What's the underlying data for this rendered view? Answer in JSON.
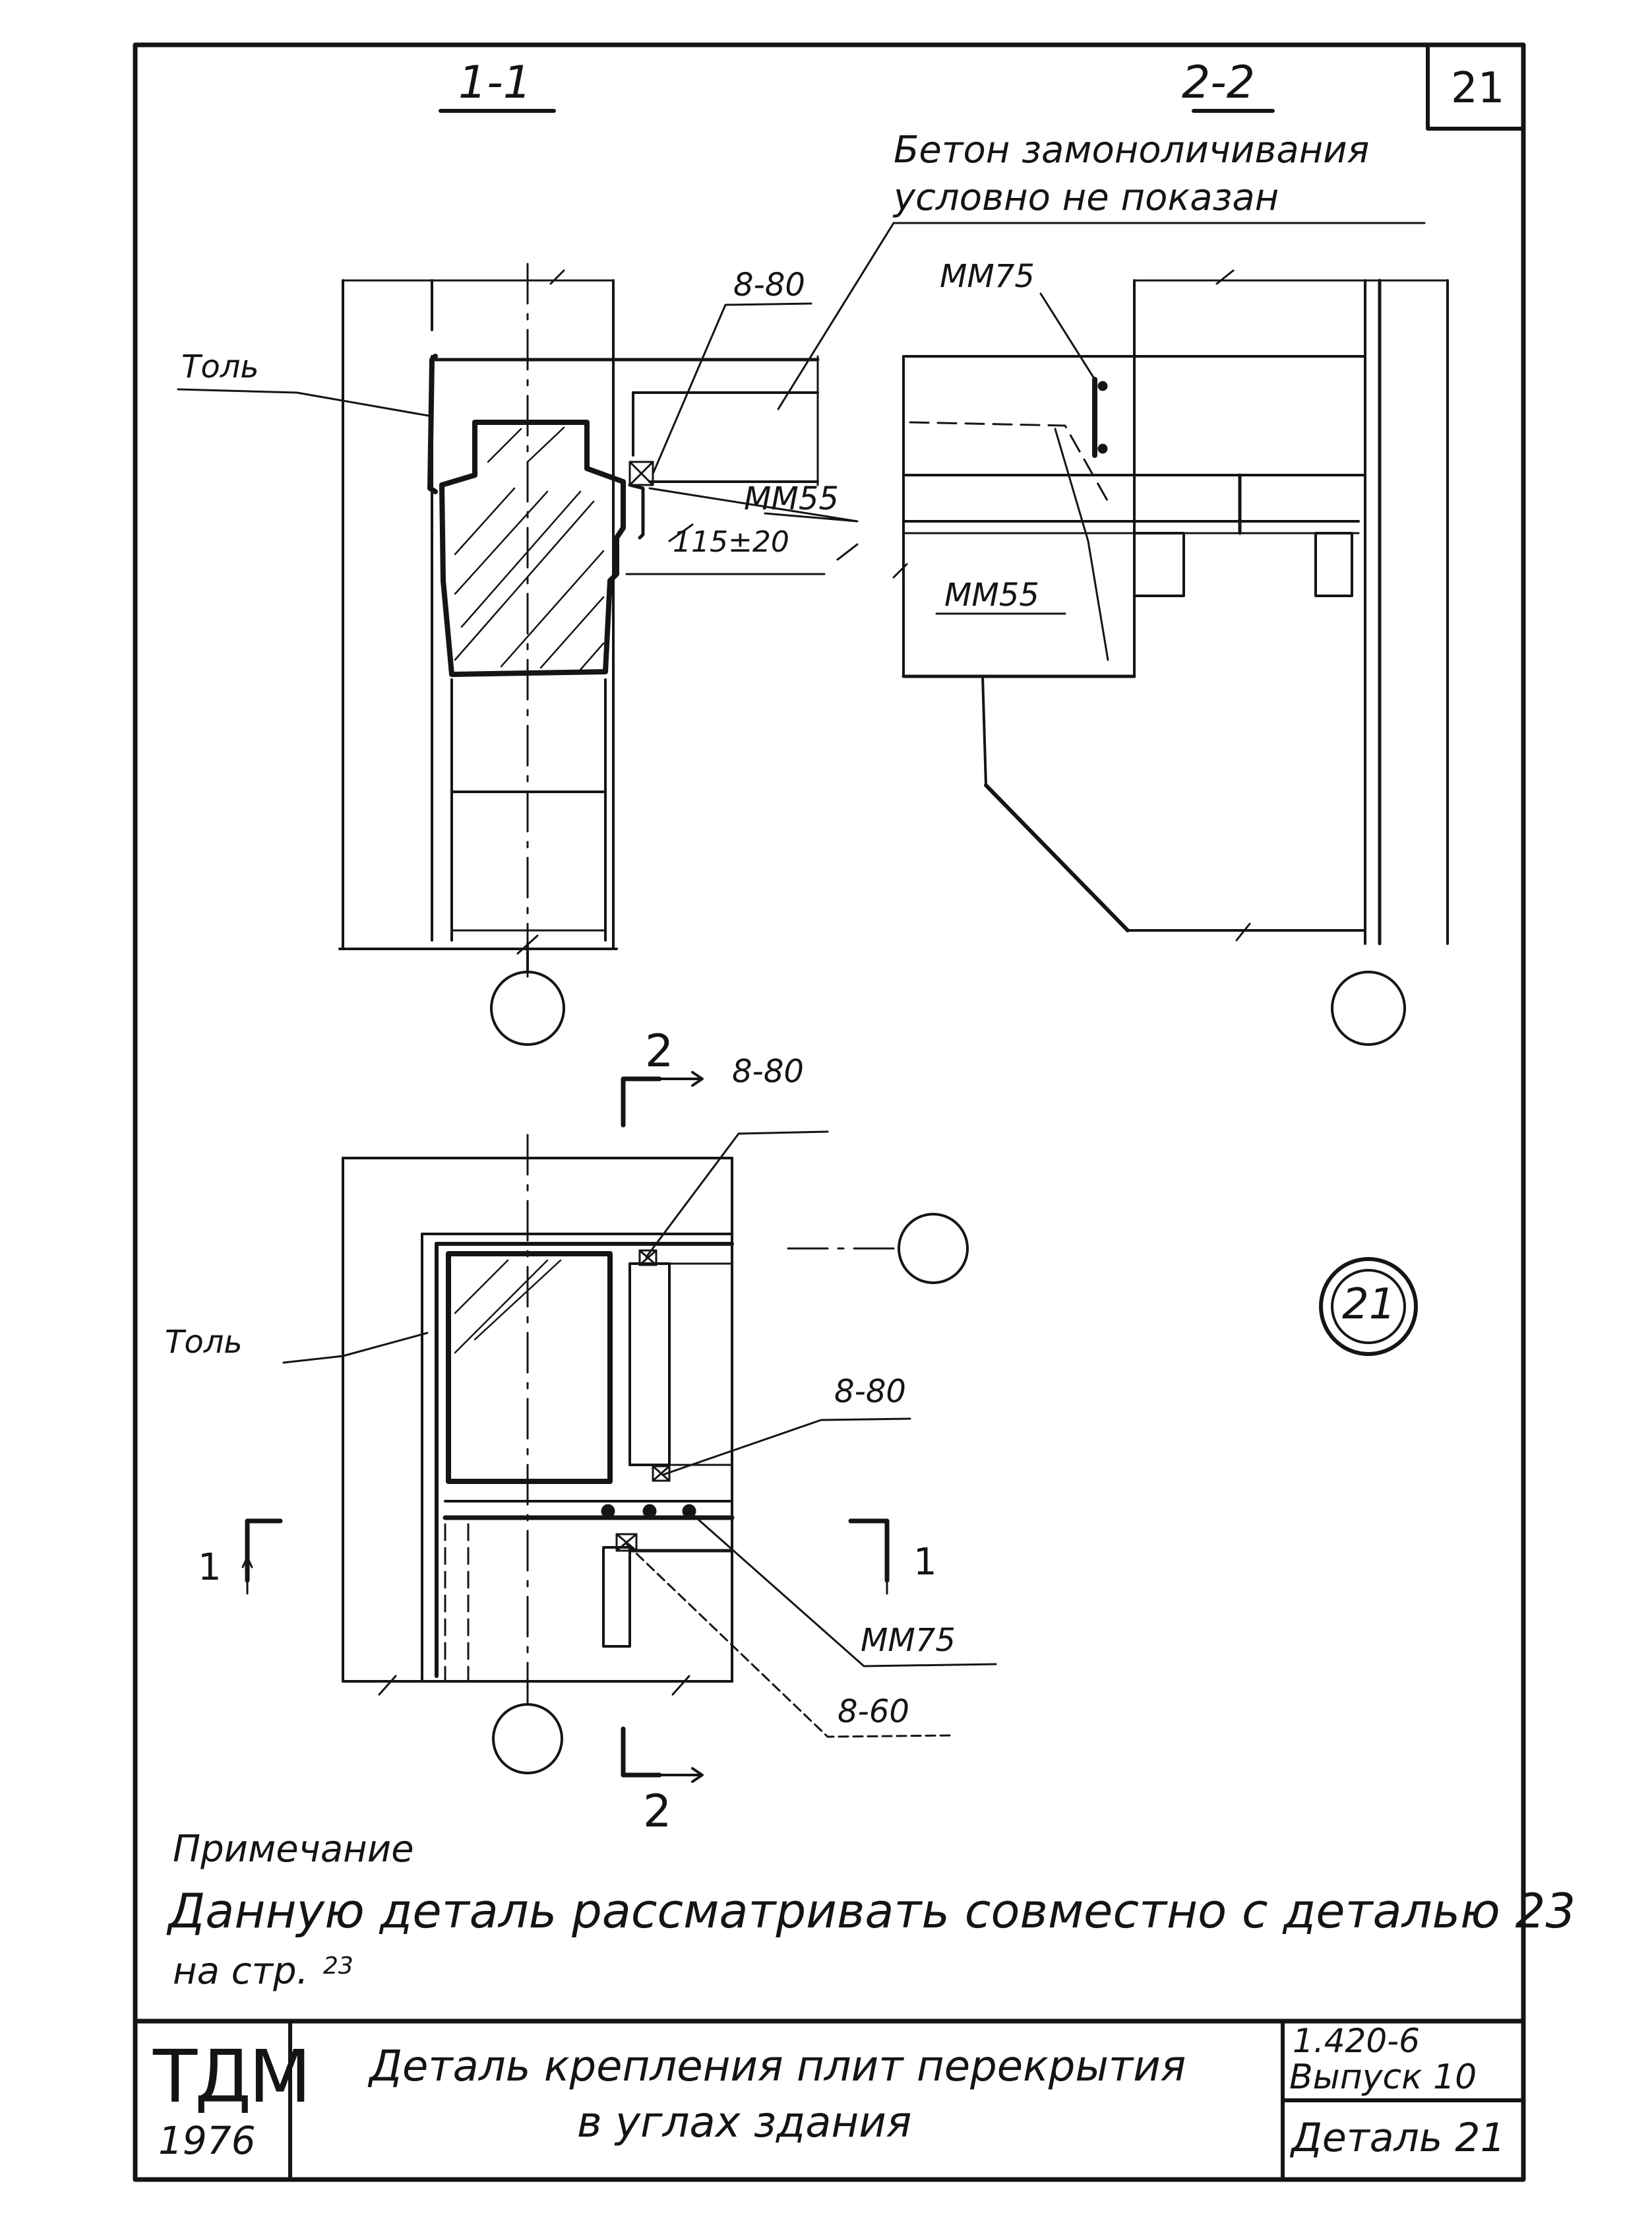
{
  "sheet": {
    "page_number": "21",
    "note_heading": "Примечание",
    "note_line1": "Данную деталь рассматривать совместно с деталью 23",
    "note_line2": "на стр.",
    "note_page_ref": "23"
  },
  "section_1_1": {
    "title": "1-1",
    "label_tol": "Толь",
    "label_rebar_top": "8-80",
    "label_mm55": "ММ55",
    "label_dim": "115±20"
  },
  "section_2_2": {
    "title": "2-2",
    "note_line1": "Бетон замоноличивания",
    "note_line2": "условно не показан",
    "label_mm75": "ММ75",
    "label_mm55": "ММ55"
  },
  "plan": {
    "cut_2_top": "2",
    "cut_2_bottom": "2",
    "cut_1_left": "1",
    "cut_1_right": "1",
    "label_tol": "Толь",
    "label_rebar_1": "8-80",
    "label_rebar_2": "8-80",
    "label_mm75": "ММ75",
    "label_rebar_3": "8-60",
    "detail_badge": "21"
  },
  "title_block": {
    "org_logo": "ТДМ",
    "year": "1976",
    "title_line1": "Деталь крепления плит перекрытия",
    "title_line2": "в углах здания",
    "series": "1.420-6",
    "issue": "Выпуск 10",
    "detail": "Деталь 21"
  }
}
